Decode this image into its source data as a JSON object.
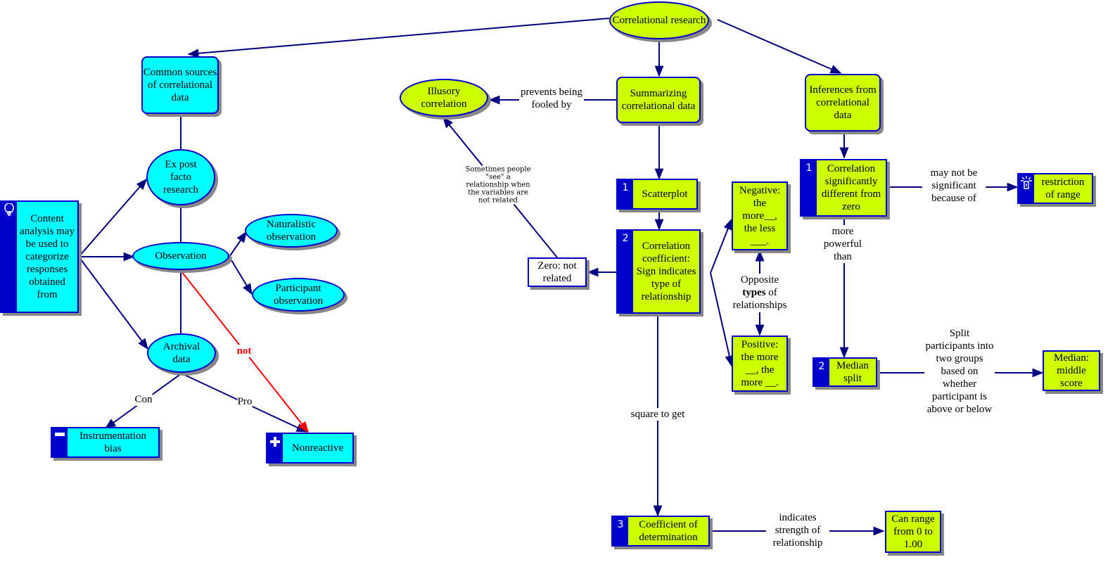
{
  "colors": {
    "link": "#000080",
    "not_link": "#ff0000",
    "cyan_node": "#00ffff",
    "lime_node": "#ccff00",
    "tag": "#0000cc"
  },
  "nodes": {
    "correlational_research": "Correlational research",
    "common_sources": "Common sources of correlational data",
    "summarizing": "Summarizing correlational data",
    "inferences": "Inferences from correlational data",
    "illusory": "Illusory correlation",
    "ex_post_facto": "Ex post facto research",
    "observation": "Observation",
    "naturalistic": "Naturalistic observation",
    "participant": "Participant observation",
    "archival": "Archival data",
    "content_analysis": "Content analysis may be used to categorize responses obtained from",
    "instrumentation_bias": "Instrumentation bias",
    "nonreactive": "Nonreactive",
    "scatterplot": "Scatterplot",
    "correlation_coefficient": "Correlation coefficient: Sign indicates type of relationship",
    "zero": "Zero: not related",
    "negative": "Negative: the more__, the less ___.",
    "positive": "Positive: the more __, the more __.",
    "coefficient_determination": "Coefficient of determination",
    "can_range": "Can range from 0 to 1.00",
    "correlation_significant": "Correlation significantly different from zero",
    "restriction": "restriction of range",
    "median_split": "Median split",
    "median": "Median: middle score"
  },
  "tags": {
    "scatterplot": "1",
    "correlation_coefficient": "2",
    "coefficient_determination": "3",
    "correlation_significant": "1",
    "median_split": "2",
    "content_analysis_icon": "lightbulb-icon",
    "instrumentation_icon": "minus-icon",
    "nonreactive_icon": "plus-icon",
    "restriction_icon": "warning-lightbulb-icon"
  },
  "links": {
    "prevents": "prevents being fooled by",
    "sometimes": "Sometimes people \"see\" a relationship when the variables are not related",
    "not": "not",
    "con": "Con",
    "pro": "Pro",
    "opposite_a": "Opposite",
    "opposite_b": "types",
    "opposite_c": "of",
    "opposite_d": "relationships",
    "square": "square to get",
    "indicates": "indicates strength of relationship",
    "may_not": "may not be significant because of",
    "more_powerful": "more powerful than",
    "split": "Split participants into two groups based on whether participant is above or below"
  }
}
